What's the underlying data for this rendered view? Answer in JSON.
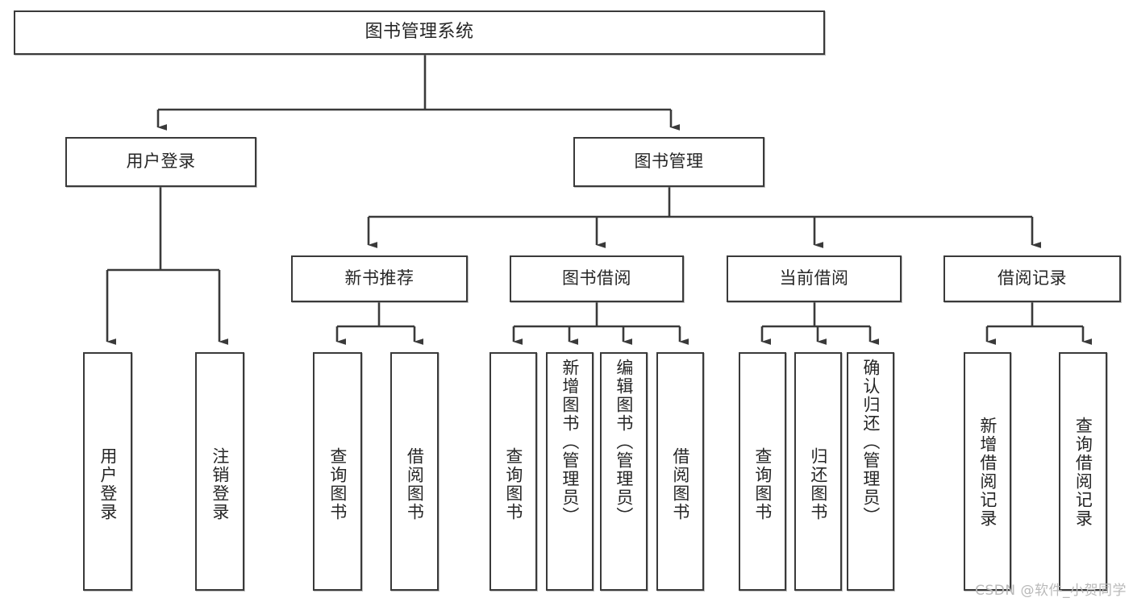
{
  "diagram": {
    "title": "图书管理系统",
    "type": "tree-hierarchy",
    "root": {
      "label": "图书管理系统"
    },
    "level2": [
      {
        "label": "用户登录"
      },
      {
        "label": "图书管理"
      }
    ],
    "level3": [
      {
        "label": "新书推荐"
      },
      {
        "label": "图书借阅"
      },
      {
        "label": "当前借阅"
      },
      {
        "label": "借阅记录"
      }
    ],
    "leaves": [
      {
        "label": "用户登录",
        "parent": "用户登录"
      },
      {
        "label": "注销登录",
        "parent": "用户登录"
      },
      {
        "label": "查询图书",
        "parent": "新书推荐"
      },
      {
        "label": "借阅图书",
        "parent": "新书推荐"
      },
      {
        "label": "查询图书",
        "parent": "图书借阅"
      },
      {
        "label": "新增图书（管理员）",
        "parent": "图书借阅"
      },
      {
        "label": "编辑图书（管理员）",
        "parent": "图书借阅"
      },
      {
        "label": "借阅图书",
        "parent": "图书借阅"
      },
      {
        "label": "查询图书",
        "parent": "当前借阅"
      },
      {
        "label": "归还图书",
        "parent": "当前借阅"
      },
      {
        "label": "确认归还（管理员）",
        "parent": "当前借阅"
      },
      {
        "label": "新增借阅记录",
        "parent": "借阅记录"
      },
      {
        "label": "查询借阅记录",
        "parent": "借阅记录"
      }
    ]
  },
  "watermark": {
    "text": "CSDN @软件_小贺同学"
  },
  "colors": {
    "border": "#3a3a3a",
    "text": "#262626",
    "background": "#ffffff",
    "watermark": "#b9b9b9"
  }
}
